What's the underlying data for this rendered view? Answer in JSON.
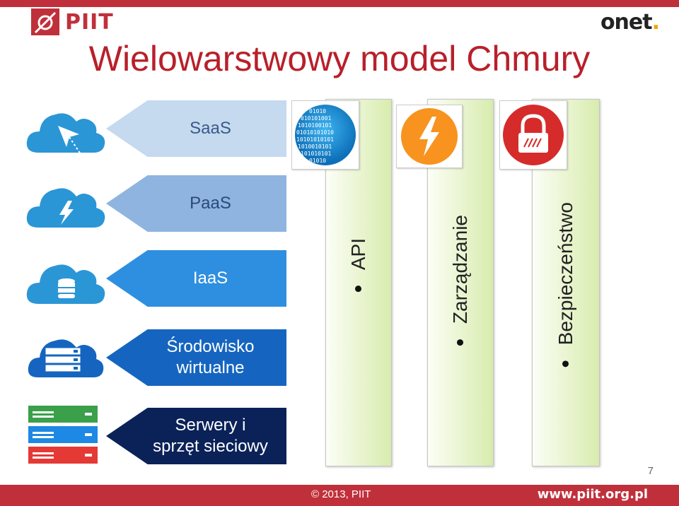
{
  "header": {
    "logo_left": "PIIT",
    "logo_right": "onet",
    "logo_right_dot": ".",
    "title": "Wielowarstwowy model Chmury"
  },
  "layers": [
    {
      "label": "SaaS",
      "color": "#c5d9ef",
      "text_color": "#3a5a8a",
      "icon": "cloud-cursor-icon"
    },
    {
      "label": "PaaS",
      "color": "#8fb4e0",
      "text_color": "#2a4a7a",
      "icon": "cloud-lightning-icon"
    },
    {
      "label": "IaaS",
      "color": "#2e8fe0",
      "text_color": "#ffffff",
      "icon": "cloud-database-icon"
    },
    {
      "label": "Środowisko\nwirtualne",
      "color": "#1565c0",
      "text_color": "#ffffff",
      "icon": "virtual-server-stack-icon"
    },
    {
      "label": "Serwery i\nsprzęt sieciowy",
      "color": "#0b2259",
      "text_color": "#ffffff",
      "icon": "server-rack-icon"
    }
  ],
  "columns": [
    {
      "label": "API",
      "icon": "binary-globe-icon"
    },
    {
      "label": "Zarządzanie",
      "icon": "lightning-badge-icon"
    },
    {
      "label": "Bezpieczeństwo",
      "icon": "padlock-icon"
    }
  ],
  "footer": {
    "page_number": "7",
    "copyright": "© 2013, PIIT",
    "website": "www.piit.org.pl"
  }
}
